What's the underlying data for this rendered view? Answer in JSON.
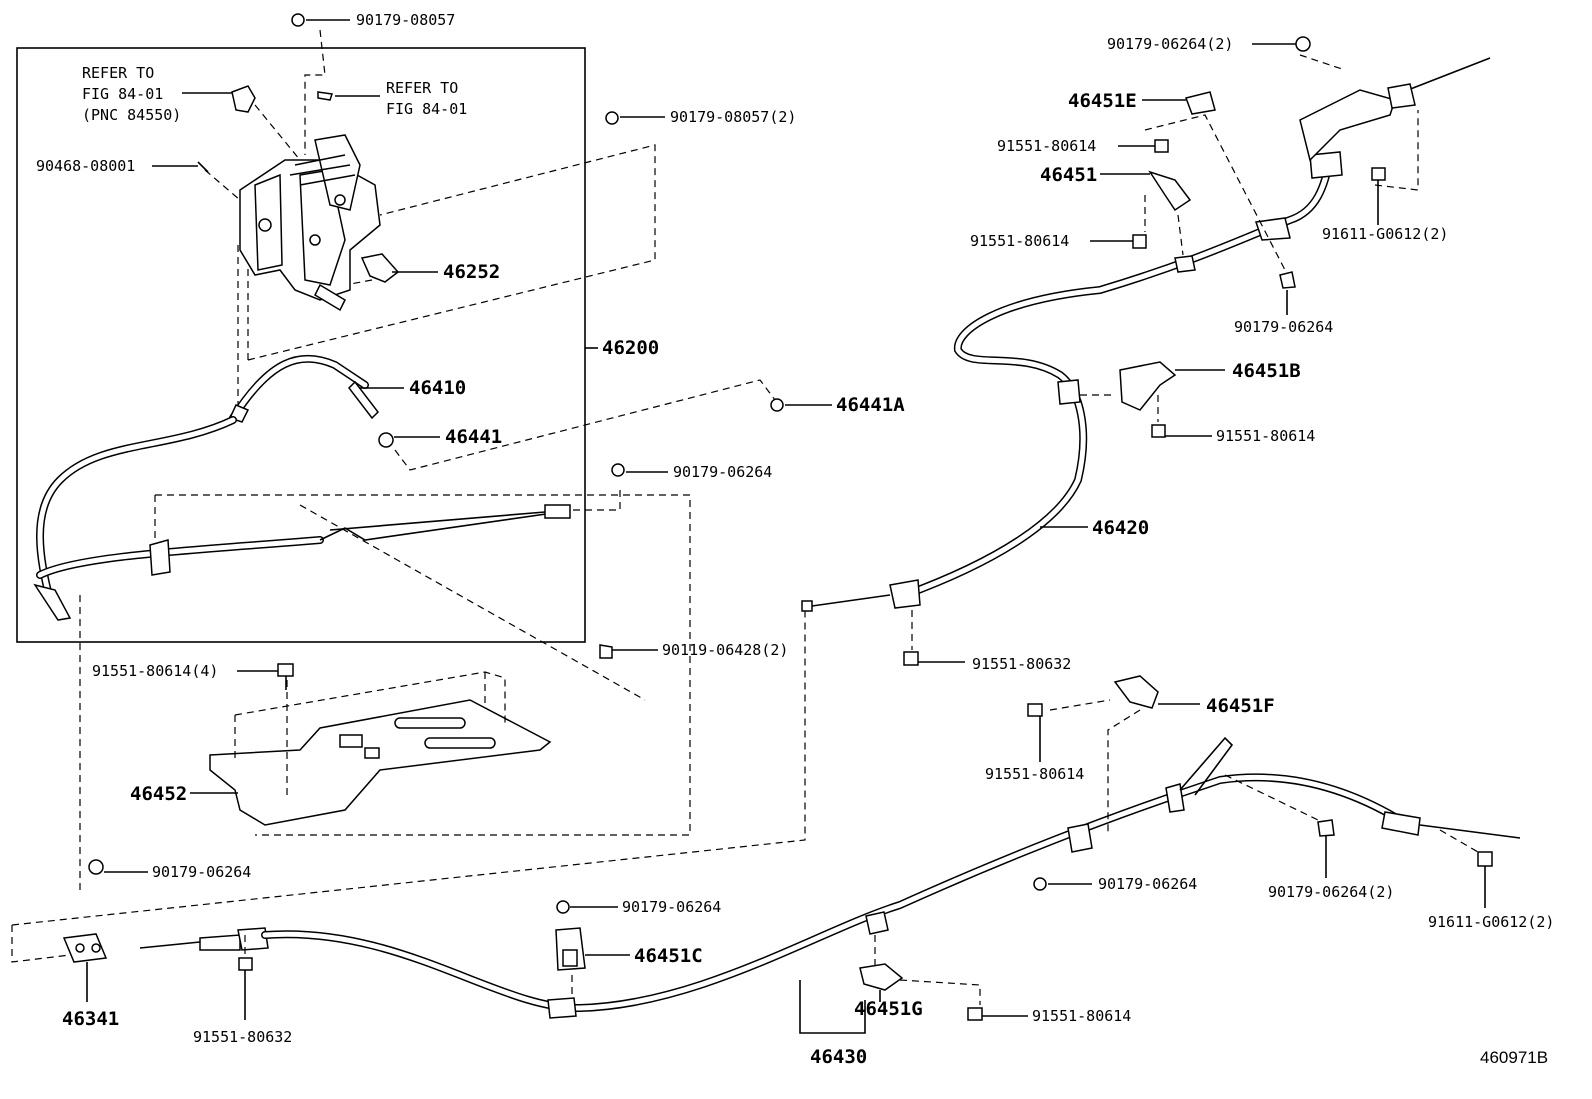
{
  "refs": {
    "refer_left_1": "REFER TO",
    "refer_left_2": "FIG 84-01",
    "refer_left_3": "(PNC 84550)",
    "refer_top_1": "REFER TO",
    "refer_top_2": "FIG 84-01"
  },
  "labels": {
    "p90179_08057_top": "90179-08057",
    "p90179_08057_2": "90179-08057(2)",
    "p90468_08001": "90468-08001",
    "p46252": "46252",
    "p46200": "46200",
    "p46410": "46410",
    "p46441": "46441",
    "p46441A": "46441A",
    "p90179_06264_mid": "90179-06264",
    "p90119_06428": "90119-06428(2)",
    "p91551_80614_4": "91551-80614(4)",
    "p46452": "46452",
    "p90179_06264_left": "90179-06264",
    "p46341": "46341",
    "p91551_80632_left": "91551-80632",
    "p90179_06264_c": "90179-06264",
    "p46451C": "46451C",
    "p46430": "46430",
    "p46451G": "46451G",
    "p91551_80614_g": "91551-80614",
    "p90179_06264_2_top": "90179-06264(2)",
    "p46451E": "46451E",
    "p91551_80614_e": "91551-80614",
    "p46451": "46451",
    "p91551_80614_46451": "91551-80614",
    "p91611_G0612_top": "91611-G0612(2)",
    "p90179_06264_r": "90179-06264",
    "p46451B": "46451B",
    "p91551_80614_b": "91551-80614",
    "p46420": "46420",
    "p91551_80632_mid": "91551-80632",
    "p46451F": "46451F",
    "p91551_80614_f": "91551-80614",
    "p90179_06264_low": "90179-06264",
    "p90179_06264_2_low": "90179-06264(2)",
    "p91611_G0612_low": "91611-G0612(2)",
    "figure_id": "460971B"
  }
}
